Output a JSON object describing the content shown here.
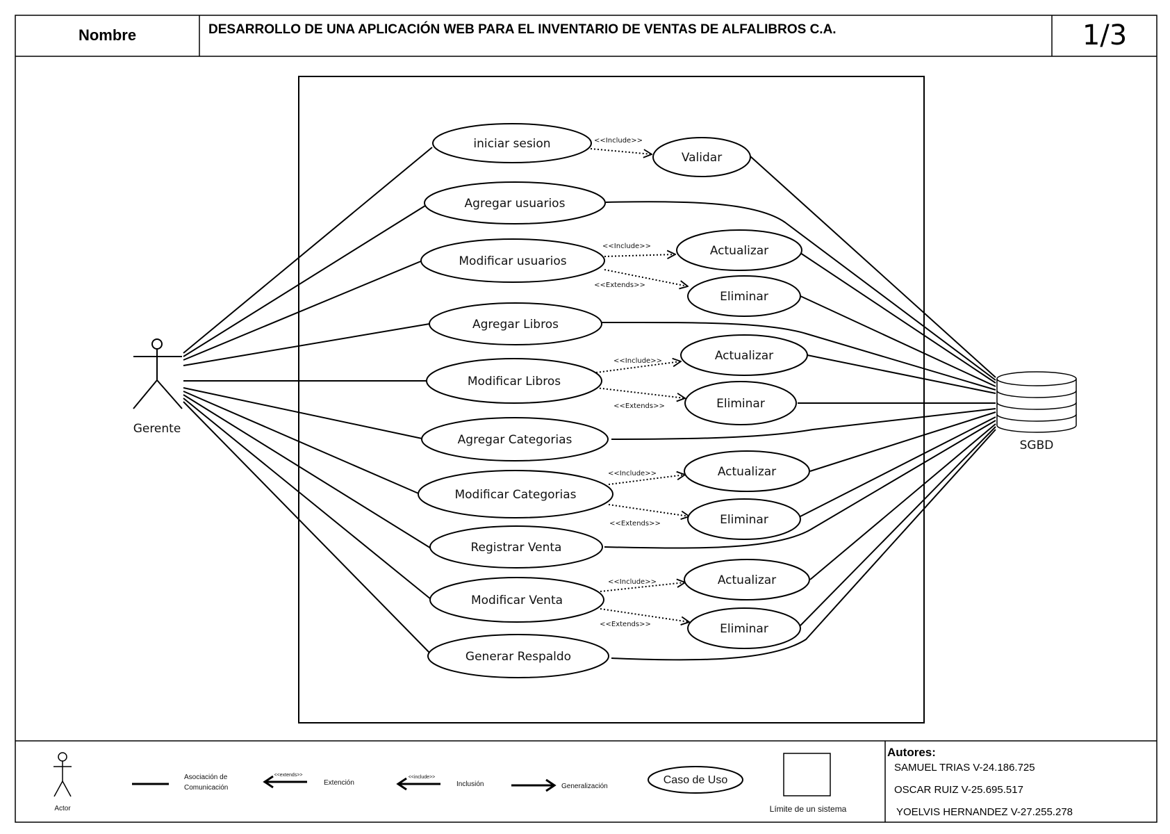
{
  "header": {
    "name_label": "Nombre",
    "title": "DESARROLLO DE UNA APLICACIÓN WEB PARA EL INVENTARIO DE VENTAS DE ALFALIBROS C.A.",
    "page": "1/3"
  },
  "actors": {
    "gerente": "Gerente",
    "sgbd": "SGBD"
  },
  "use_cases": {
    "iniciar_sesion": "iniciar sesion",
    "validar": "Validar",
    "agregar_usuarios": "Agregar usuarios",
    "modificar_usuarios": "Modificar usuarios",
    "actualizar_usuarios": "Actualizar",
    "eliminar_usuarios": "Eliminar",
    "agregar_libros": "Agregar Libros",
    "modificar_libros": "Modificar Libros",
    "actualizar_libros": "Actualizar",
    "eliminar_libros": "Eliminar",
    "agregar_categorias": "Agregar Categorias",
    "modificar_categorias": "Modificar Categorias",
    "actualizar_categorias": "Actualizar",
    "eliminar_categorias": "Eliminar",
    "registrar_venta": "Registrar Venta",
    "modificar_venta": "Modificar Venta",
    "actualizar_venta": "Actualizar",
    "eliminar_venta": "Eliminar",
    "generar_respaldo": "Generar Respaldo"
  },
  "stereotypes": {
    "include": "<<Include>>",
    "extends": "<<Extends>>"
  },
  "legend": {
    "actor": "Actor",
    "asociacion_1": "Asociación de",
    "asociacion_2": "Comunicación",
    "extends_tag": "<<extends>>",
    "extension": "Extención",
    "include_tag": "<<include>>",
    "inclusion": "Inclusión",
    "generalizacion": "Generalización",
    "caso_de_uso": "Caso de Uso",
    "limite": "Límite de un sistema"
  },
  "authors": {
    "title": "Autores:",
    "list": [
      "SAMUEL TRIAS V-24.186.725",
      "OSCAR RUIZ V-25.695.517",
      "YOELVIS HERNANDEZ V-27.255.278"
    ]
  }
}
